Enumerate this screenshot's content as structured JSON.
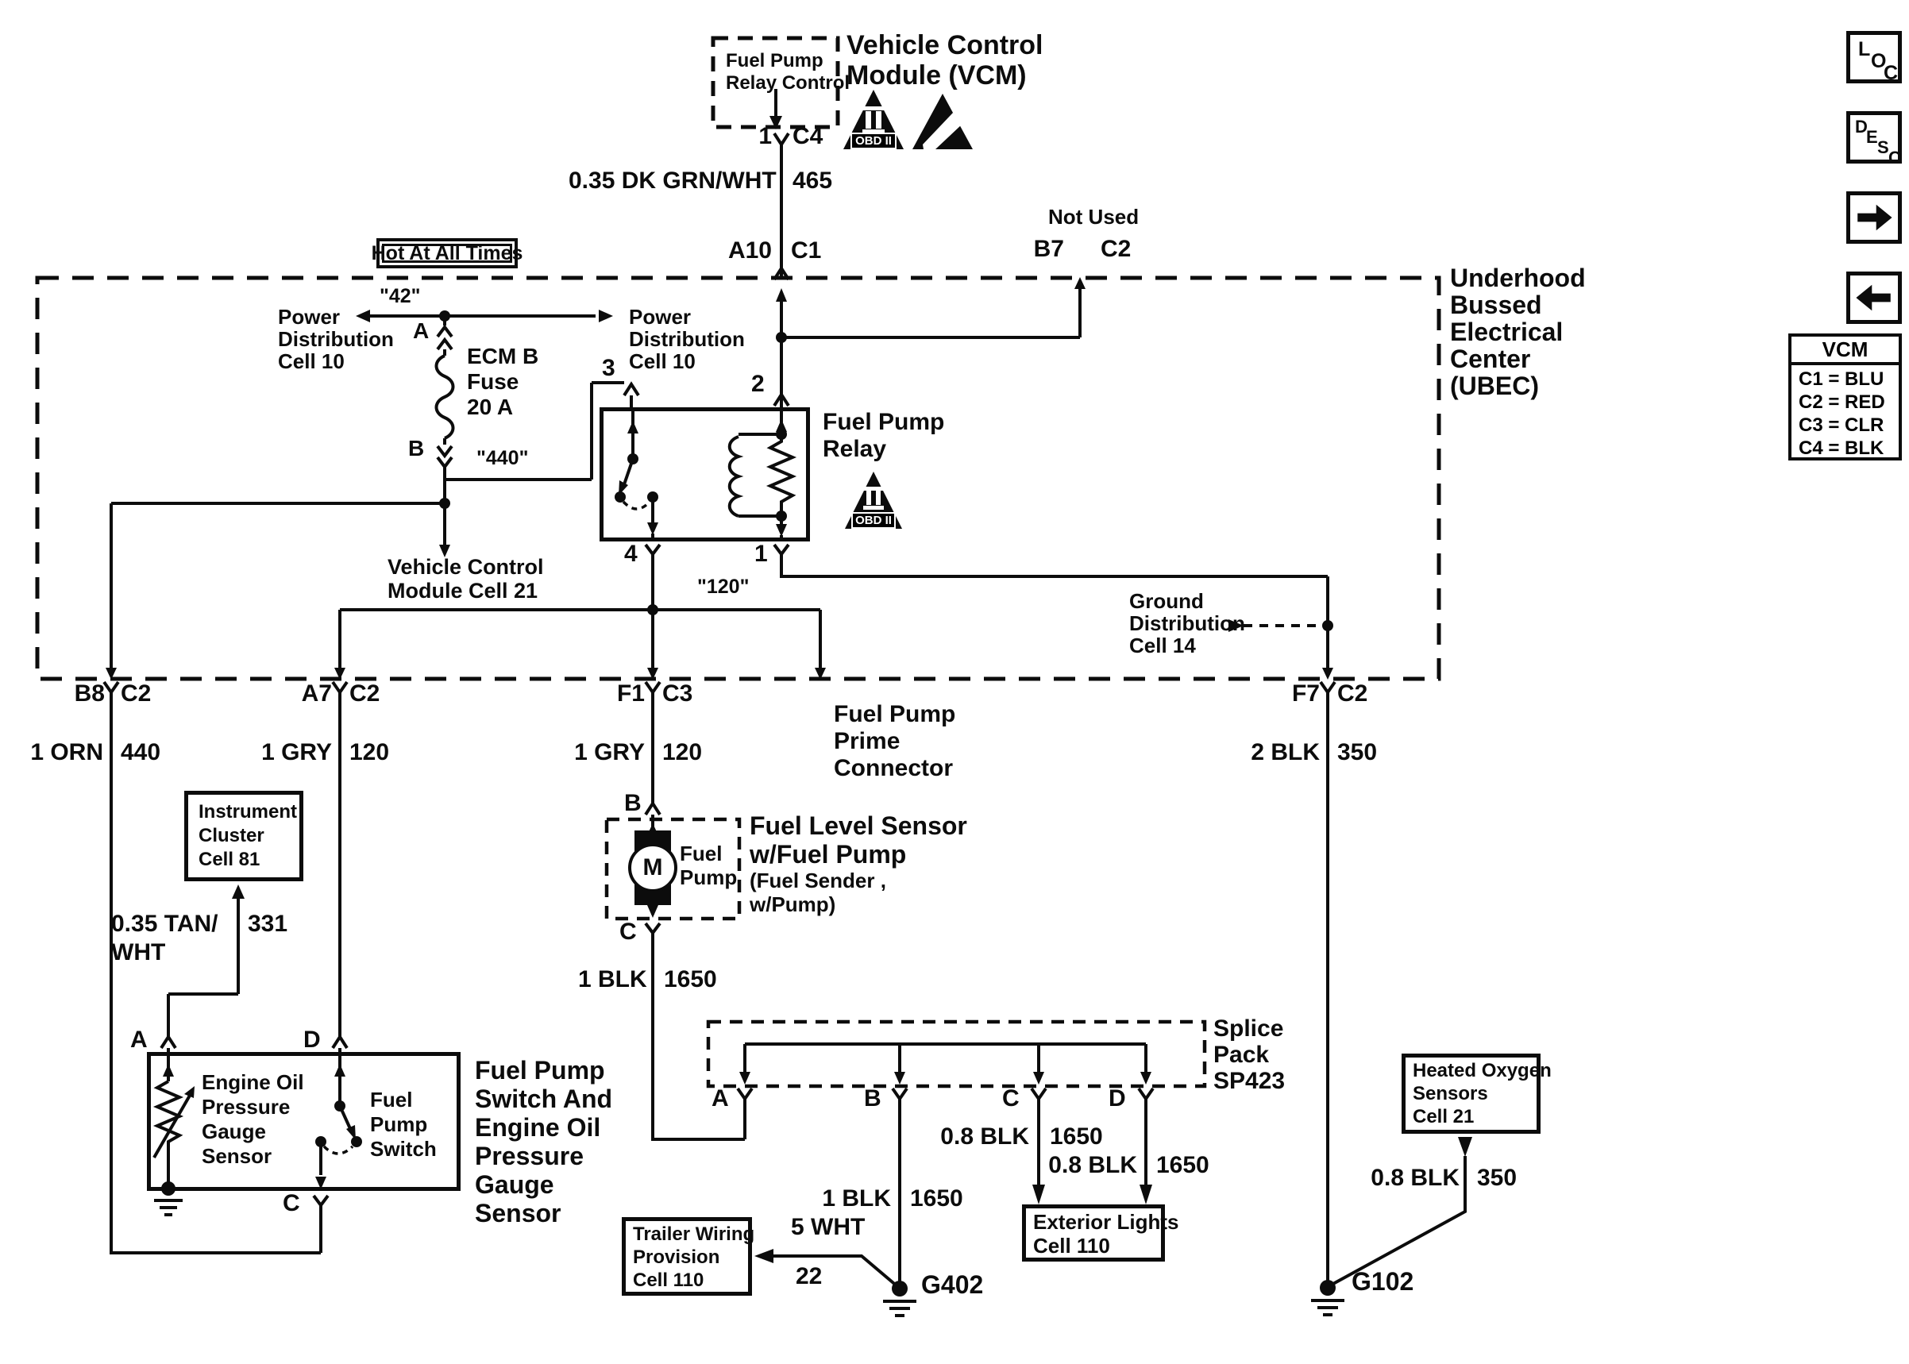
{
  "vcm": {
    "relay_control": [
      "Fuel Pump",
      "Relay Control"
    ],
    "name": [
      "Vehicle Control",
      "Module (VCM)"
    ],
    "pin": "1",
    "conn": "C4",
    "obd": "OBD II"
  },
  "wire465": {
    "label": "0.35 DK GRN/WHT",
    "circuit": "465"
  },
  "ubec": {
    "hot": "Hot At All Times",
    "name": [
      "Underhood",
      "Bussed",
      "Electrical",
      "Center",
      "(UBEC)"
    ],
    "not_used": "Not Used",
    "b7": "B7",
    "b7_conn": "C2",
    "a10": "A10",
    "a10_conn": "C1",
    "power_left": [
      "Power",
      "Distribution",
      "Cell 10"
    ],
    "power_right": [
      "Power",
      "Distribution",
      "Cell 10"
    ],
    "tap42": "\"42\"",
    "fuse": {
      "pin_a": "A",
      "pin_b": "B",
      "name": [
        "ECM B",
        "Fuse",
        "20 A"
      ]
    },
    "tap440": "\"440\"",
    "vcm_cell": [
      "Vehicle Control",
      "Module Cell 21"
    ],
    "relay": {
      "name": [
        "Fuel Pump",
        "Relay"
      ],
      "pin3": "3",
      "pin2": "2",
      "pin4": "4",
      "pin1": "1",
      "obd": "OBD II"
    },
    "tap120": "\"120\"",
    "ground_dist": [
      "Ground",
      "Distribution",
      "Cell 14"
    ]
  },
  "edge": {
    "b8": {
      "pin": "B8",
      "conn": "C2",
      "wire": "1 ORN",
      "circuit": "440"
    },
    "a7": {
      "pin": "A7",
      "conn": "C2",
      "wire": "1 GRY",
      "circuit": "120"
    },
    "f1": {
      "pin": "F1",
      "conn": "C3",
      "wire": "1 GRY",
      "circuit": "120"
    },
    "f7": {
      "pin": "F7",
      "conn": "C2",
      "wire": "2 BLK",
      "circuit": "350"
    },
    "prime": [
      "Fuel Pump",
      "Prime",
      "Connector"
    ]
  },
  "cluster": {
    "name": [
      "Instrument",
      "Cluster",
      "Cell 81"
    ],
    "wire": [
      "0.35 TAN/",
      "WHT"
    ],
    "circuit": "331"
  },
  "switch_box": {
    "pin_a": "A",
    "pin_d": "D",
    "pin_c": "C",
    "sensor": [
      "Engine Oil",
      "Pressure",
      "Gauge",
      "Sensor"
    ],
    "switch": [
      "Fuel",
      "Pump",
      "Switch"
    ],
    "title": [
      "Fuel Pump",
      "Switch And",
      "Engine Oil",
      "Pressure",
      "Gauge",
      "Sensor"
    ]
  },
  "pump": {
    "pin_b": "B",
    "pin_c": "C",
    "motor": "M",
    "label": [
      "Fuel",
      "Pump"
    ],
    "title": [
      "Fuel Level Sensor",
      "w/Fuel Pump",
      "(Fuel Sender ,",
      "w/Pump)"
    ],
    "wire": "1 BLK",
    "circuit": "1650"
  },
  "splice": {
    "title": [
      "Splice",
      "Pack",
      "SP423"
    ],
    "pin_a": "A",
    "pin_b": "B",
    "pin_c": "C",
    "pin_d": "D",
    "wire_b": {
      "label": "1 BLK",
      "circuit": "1650"
    },
    "wire_c": {
      "label": "0.8 BLK",
      "circuit": "1650"
    },
    "wire_d": {
      "label": "0.8 BLK",
      "circuit": "1650"
    }
  },
  "exterior": {
    "name": [
      "Exterior Lights",
      "Cell 110"
    ]
  },
  "trailer": {
    "name": [
      "Trailer Wiring",
      "Provision",
      "Cell 110"
    ],
    "wire": "5 WHT",
    "circuit": "22"
  },
  "grounds": {
    "g402": "G402",
    "g102": "G102"
  },
  "hos": {
    "name": [
      "Heated Oxygen",
      "Sensors",
      "Cell 21"
    ],
    "wire": "0.8 BLK",
    "circuit": "350"
  },
  "sidebar": {
    "loc": "LOC",
    "desc": "DESC",
    "legend": {
      "title": "VCM",
      "rows": [
        "C1 = BLU",
        "C2 = RED",
        "C3 = CLR",
        "C4 = BLK"
      ]
    }
  },
  "colors": {
    "line": "#0c0c0c",
    "bg": "#ffffff"
  }
}
